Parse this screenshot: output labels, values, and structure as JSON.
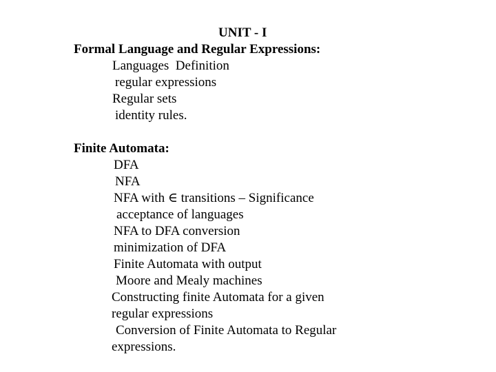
{
  "document": {
    "background_color": "#ffffff",
    "text_color": "#000000",
    "title": "UNIT - I"
  },
  "sections": [
    {
      "id": "unit-title",
      "text": "UNIT - I",
      "bold": true,
      "indent": "title"
    },
    {
      "id": "section-heading-1",
      "text": "Formal Language and Regular Expressions:",
      "bold": true,
      "indent": "head"
    },
    {
      "id": "topic-1-1",
      "text": "Languages  Definition",
      "bold": false,
      "indent": "a"
    },
    {
      "id": "topic-1-2",
      "text": "regular expressions",
      "bold": false,
      "indent": "b"
    },
    {
      "id": "topic-1-3",
      "text": "Regular sets",
      "bold": false,
      "indent": "a"
    },
    {
      "id": "topic-1-4",
      "text": "identity rules.",
      "bold": false,
      "indent": "b"
    },
    {
      "id": "section-heading-2",
      "text": "Finite Automata:",
      "bold": true,
      "indent": "head"
    },
    {
      "id": "topic-2-1",
      "text": "DFA",
      "bold": false,
      "indent": "c"
    },
    {
      "id": "topic-2-2",
      "text": "NFA",
      "bold": false,
      "indent": "b"
    },
    {
      "id": "topic-2-3",
      "text": "NFA with ∈ transitions – Significance",
      "bold": false,
      "indent": "c"
    },
    {
      "id": "topic-2-4",
      "text": "acceptance of languages",
      "bold": false,
      "indent": "d"
    },
    {
      "id": "topic-2-5",
      "text": "NFA to DFA conversion",
      "bold": false,
      "indent": "c"
    },
    {
      "id": "topic-2-6",
      "text": "minimization of DFA",
      "bold": false,
      "indent": "c"
    },
    {
      "id": "topic-2-7",
      "text": "Finite Automata with output",
      "bold": false,
      "indent": "c"
    },
    {
      "id": "topic-2-8",
      "text": "Moore and Mealy machines",
      "bold": false,
      "indent": "f"
    },
    {
      "id": "topic-2-9",
      "text": "Constructing finite Automata for a given",
      "bold": false,
      "indent": "e"
    },
    {
      "id": "topic-2-10",
      "text": "regular expressions",
      "bold": false,
      "indent": "e"
    },
    {
      "id": "topic-2-11",
      "text": "Conversion of Finite Automata to Regular",
      "bold": false,
      "indent": "f"
    },
    {
      "id": "topic-2-12",
      "text": "expressions.",
      "bold": false,
      "indent": "e"
    }
  ],
  "symbols": {
    "element_of": "∈",
    "en_dash": "–"
  }
}
